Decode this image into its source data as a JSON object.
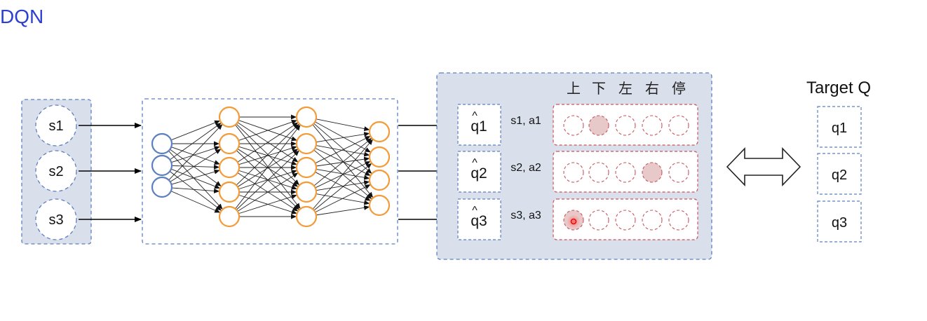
{
  "title": "DQN",
  "inputs": [
    "s1",
    "s2",
    "s3"
  ],
  "network": {
    "layer_sizes": [
      3,
      5,
      5,
      4
    ]
  },
  "q_outputs": [
    "q1",
    "q2",
    "q3"
  ],
  "q_hat_mark": "^",
  "state_actions": [
    "s1, a1",
    "s2, a2",
    "s3, a3"
  ],
  "actions": [
    "上",
    "下",
    "左",
    "右",
    "停"
  ],
  "selected_action_index": [
    1,
    3,
    0
  ],
  "target_label": "Target Q",
  "targets": [
    "q1",
    "q2",
    "q3"
  ],
  "colors": {
    "panel_fill": "#d9dfeb",
    "dashed_border": "#5b7fbf",
    "input_node": "#5b7fbf",
    "hidden_node": "#f29b38",
    "action_border": "#c9555c",
    "selected_slot": "#e8c9c9",
    "title": "#2f3fd0"
  }
}
